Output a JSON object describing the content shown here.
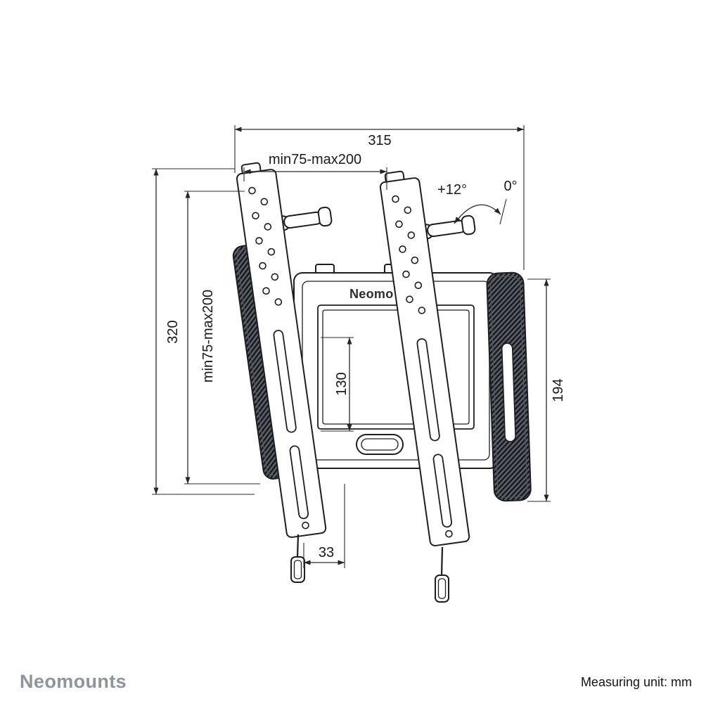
{
  "footer": {
    "brand": "Neomounts",
    "measuring_unit": "Measuring unit: mm"
  },
  "product": {
    "plate_logo": "Neomo"
  },
  "dimensions": {
    "overall_width": "315",
    "vesa_width": "min75-max200",
    "overall_height": "320",
    "vesa_height": "min75-max200",
    "plate_height": "130",
    "bracket_height": "194",
    "bottom_offset": "33",
    "tilt_down": "+12°",
    "tilt_zero": "0°"
  }
}
